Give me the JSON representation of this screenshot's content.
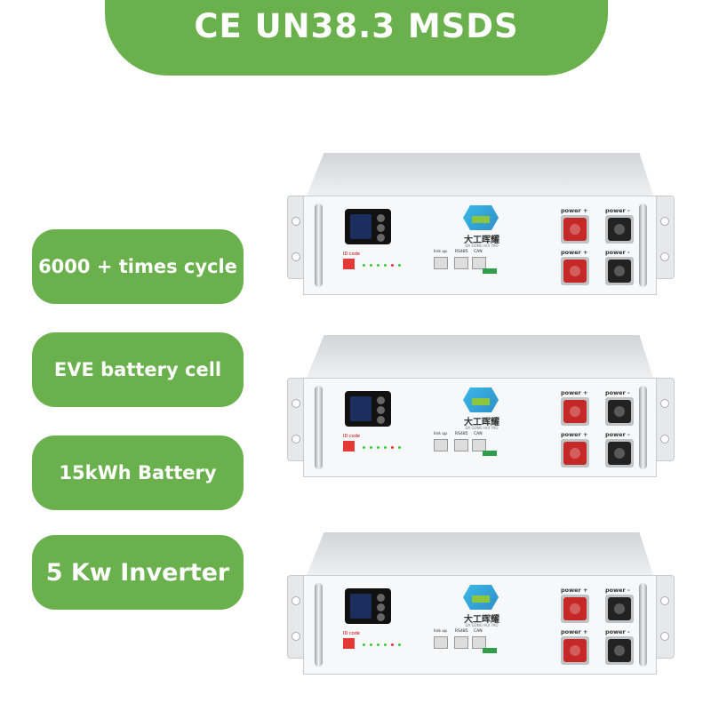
{
  "banner": {
    "text": "CE UN38.3 MSDS"
  },
  "features": [
    {
      "label": "6000 + times cycle"
    },
    {
      "label": "EVE battery cell"
    },
    {
      "label": "15kWh Battery"
    },
    {
      "label": "5 Kw Inverter"
    }
  ],
  "unit": {
    "brand_cn": "大工晖耀",
    "brand_en": "DA GONG HUI YAO",
    "id_label": "ID code",
    "port_labels": [
      "link up",
      "RS485",
      "CAN"
    ],
    "power_plus": "power +",
    "power_minus": "power -"
  },
  "colors": {
    "accent": "#6ab04c",
    "terminal_positive": "#c62828",
    "terminal_negative": "#222222"
  }
}
